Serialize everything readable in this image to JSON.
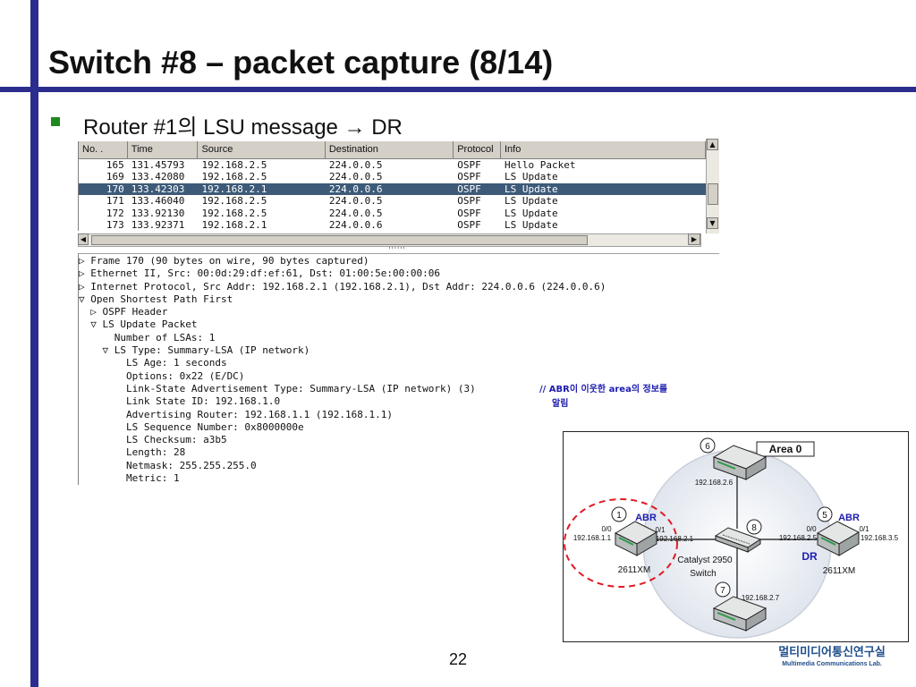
{
  "slide": {
    "title": "Switch #8 – packet capture (8/14)",
    "bullet": "Router #1의 LSU message → DR",
    "page_number": "22",
    "lab_name_ko": "멀티미디어통신연구실",
    "lab_name_en": "Multimedia Communications Lab."
  },
  "packet_list": {
    "columns": [
      "No. .",
      "Time",
      "Source",
      "Destination",
      "Protocol",
      "Info"
    ],
    "rows": [
      {
        "no": "165",
        "time": "131.45793",
        "src": "192.168.2.5",
        "dst": "224.0.0.5",
        "proto": "OSPF",
        "info": "Hello Packet"
      },
      {
        "no": "169",
        "time": "133.42080",
        "src": "192.168.2.5",
        "dst": "224.0.0.5",
        "proto": "OSPF",
        "info": "LS Update"
      },
      {
        "no": "170",
        "time": "133.42303",
        "src": "192.168.2.1",
        "dst": "224.0.0.6",
        "proto": "OSPF",
        "info": "LS Update"
      },
      {
        "no": "171",
        "time": "133.46040",
        "src": "192.168.2.5",
        "dst": "224.0.0.5",
        "proto": "OSPF",
        "info": "LS Update"
      },
      {
        "no": "172",
        "time": "133.92130",
        "src": "192.168.2.5",
        "dst": "224.0.0.5",
        "proto": "OSPF",
        "info": "LS Update"
      },
      {
        "no": "173",
        "time": "133.92371",
        "src": "192.168.2.1",
        "dst": "224.0.0.6",
        "proto": "OSPF",
        "info": "LS Update"
      }
    ],
    "selected_row": 2
  },
  "detail_tree": [
    "▷ Frame 170 (90 bytes on wire, 90 bytes captured)",
    "▷ Ethernet II, Src: 00:0d:29:df:ef:61, Dst: 01:00:5e:00:00:06",
    "▷ Internet Protocol, Src Addr: 192.168.2.1 (192.168.2.1), Dst Addr: 224.0.0.6 (224.0.0.6)",
    "▽ Open Shortest Path First",
    "  ▷ OSPF Header",
    "  ▽ LS Update Packet",
    "      Number of LSAs: 1",
    "    ▽ LS Type: Summary-LSA (IP network)",
    "        LS Age: 1 seconds",
    "        Options: 0x22 (E/DC)",
    "        Link-State Advertisement Type: Summary-LSA (IP network) (3)",
    "        Link State ID: 192.168.1.0",
    "        Advertising Router: 192.168.1.1 (192.168.1.1)",
    "        LS Sequence Number: 0x8000000e",
    "        LS Checksum: a3b5",
    "        Length: 28",
    "        Netmask: 255.255.255.0",
    "        Metric: 1"
  ],
  "annotation": {
    "line1": "// ABR이 이웃한 area의 정보를",
    "line2": "알림"
  },
  "diagram": {
    "area_label": "Area 0",
    "switch_label_1": "Catalyst 2950",
    "switch_label_2": "Switch",
    "nodes": {
      "r1": {
        "num": "1",
        "role": "ABR",
        "model": "2611XM",
        "if0": "0/0",
        "ip0": "192.168.1.1",
        "if1": "0/1",
        "ip1": "192.168.2.1"
      },
      "r5": {
        "num": "5",
        "role": "ABR",
        "role2": "DR",
        "model": "2611XM",
        "if0": "0/0",
        "ip0": "192.168.2.5",
        "if1": "0/1",
        "ip1": "192.168.3.5"
      },
      "r6": {
        "num": "6",
        "ip": "192.168.2.6"
      },
      "r7": {
        "num": "7",
        "ip": "192.168.2.7"
      },
      "sw8": {
        "num": "8"
      }
    },
    "colors": {
      "area_fill": "#dde3ec",
      "router": "#cfd2d2",
      "accent": "#1c1cb0",
      "dashed_ring": "#e01b24"
    }
  }
}
